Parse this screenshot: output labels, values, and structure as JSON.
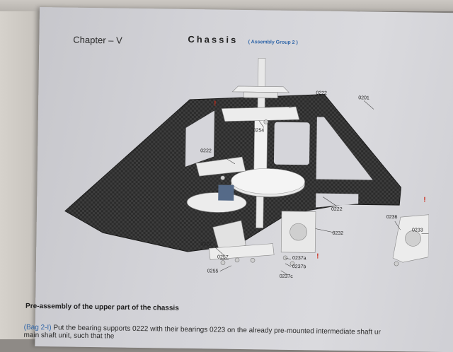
{
  "header": {
    "chapter": "Chapter – V",
    "title": "Chassis",
    "assembly_group": "( Assembly Group 2 )"
  },
  "diagram": {
    "labels": {
      "p0222a": "0222",
      "p0201": "0201",
      "p0254": "0254",
      "p0222b": "0222",
      "p0222c": "0222",
      "p0232": "0232",
      "p0236": "0236",
      "p0233": "0233",
      "p0222d": "0222",
      "p0257": "0257",
      "p0255": "0255",
      "p0237a": "0237a",
      "p0237b": "0237b",
      "p0237c": "0237c"
    },
    "warning_mark": "!"
  },
  "section": {
    "heading": "Pre-assembly of the upper part of the chassis",
    "bag_ref": "(Bag 2-I)",
    "text_line1": " Put the bearing supports 0222 with their bearings 0223 on the already pre-mounted intermediate shaft ur",
    "text_line2": "main shaft unit, such that the"
  }
}
